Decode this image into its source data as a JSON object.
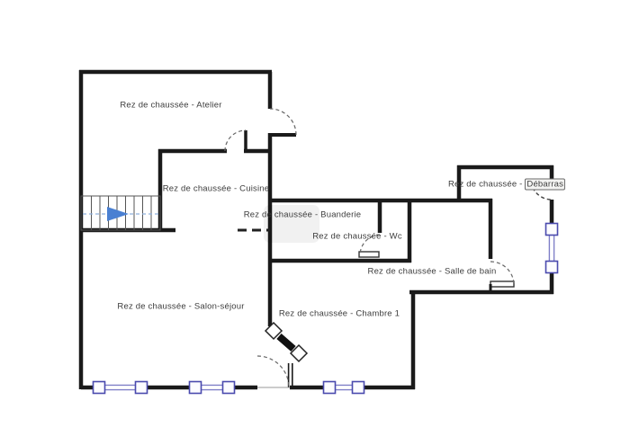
{
  "floorplan": {
    "floor_name": "Rez de chaussée",
    "rooms": [
      {
        "name": "atelier",
        "label": "Rez de chaussée - Atelier"
      },
      {
        "name": "cuisine",
        "label": "Rez de chaussée - Cuisine"
      },
      {
        "name": "buanderie",
        "label": "Rez de chaussée - Buanderie"
      },
      {
        "name": "wc",
        "label": "Rez de chaussée - Wc"
      },
      {
        "name": "salle-de-bain",
        "label": "Rez de chaussée - Salle de bain"
      },
      {
        "name": "debarras",
        "label_prefix": "Rez de chaussée - ",
        "label_highlight": "Débarras"
      },
      {
        "name": "salon-sejour",
        "label": "Rez de chaussée - Salon-séjour"
      },
      {
        "name": "chambre-1",
        "label": "Rez de chaussée - Chambre 1"
      }
    ],
    "colors": {
      "wall": "#1a1a1a",
      "window": "#4a4aae",
      "window_glass": "#8080c8",
      "stair_arrow": "#4a80d2",
      "door_arc": "#666666",
      "label_text": "#3c3c3c"
    }
  }
}
